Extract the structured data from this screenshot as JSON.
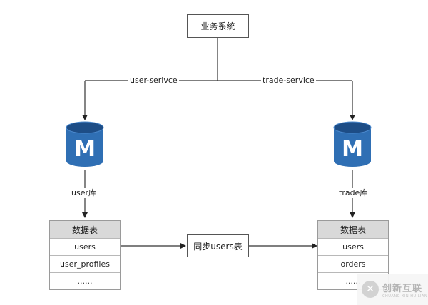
{
  "nodes": {
    "business_system": "业务系统",
    "sync": "同步users表"
  },
  "edges": {
    "left_service": "user-serivce",
    "right_service": "trade-service"
  },
  "databases": {
    "left": {
      "icon": "M",
      "label": "user库"
    },
    "right": {
      "icon": "M",
      "label": "trade库"
    }
  },
  "tables": {
    "left": {
      "header": "数据表",
      "rows": [
        "users",
        "user_profiles",
        "......"
      ]
    },
    "right": {
      "header": "数据表",
      "rows": [
        "users",
        "orders",
        "......"
      ]
    }
  },
  "colors": {
    "db_blue": "#2f6fb4",
    "db_dark": "#1d4d86",
    "table_header": "#d9d9d9"
  },
  "watermark": {
    "text": "创新互联",
    "subtext": "CHUANG XIN HU LIAN"
  }
}
